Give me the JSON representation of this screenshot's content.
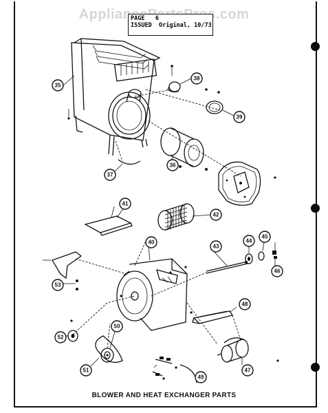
{
  "watermark": "AppliancePartsPros.com",
  "header": {
    "page_label": "PAGE",
    "page_number": "6",
    "issued_label": "ISSUED",
    "issued_value": "Original, 10/73"
  },
  "caption": "BLOWER AND HEAT EXCHANGER PARTS",
  "callouts": {
    "c35": "35",
    "c36": "36",
    "c37": "37",
    "c38": "38",
    "c39": "39",
    "c40": "40",
    "c41": "41",
    "c42": "42",
    "c43": "43",
    "c44": "44",
    "c45": "45",
    "c46": "46",
    "c47": "47",
    "c48": "48",
    "c49": "49",
    "c50": "50",
    "c51": "51",
    "c52": "52",
    "c53": "53"
  }
}
